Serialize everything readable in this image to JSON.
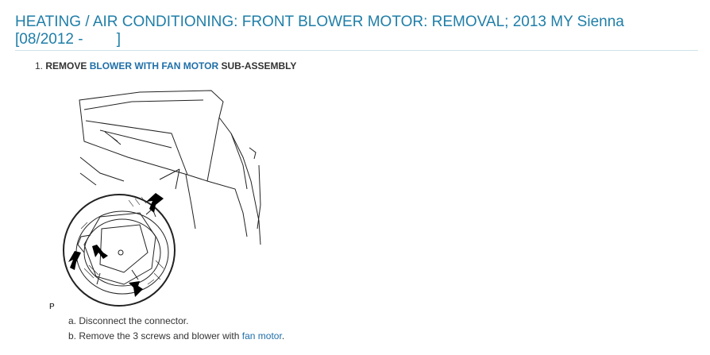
{
  "header": {
    "title_line1": "HEATING / AIR CONDITIONING: FRONT BLOWER MOTOR: REMOVAL; 2013 MY Sienna",
    "title_line2": "[08/2012 -        ]"
  },
  "step1": {
    "number": "1.",
    "prefix": "REMOVE",
    "link": "BLOWER WITH FAN MOTOR",
    "suffix": "SUB-ASSEMBLY"
  },
  "figure": {
    "code": "P"
  },
  "substeps": [
    {
      "text": "a. Disconnect the connector."
    },
    {
      "text_before": "b. Remove the 3 screws and blower with",
      "link": "fan motor",
      "text_after": "."
    }
  ]
}
